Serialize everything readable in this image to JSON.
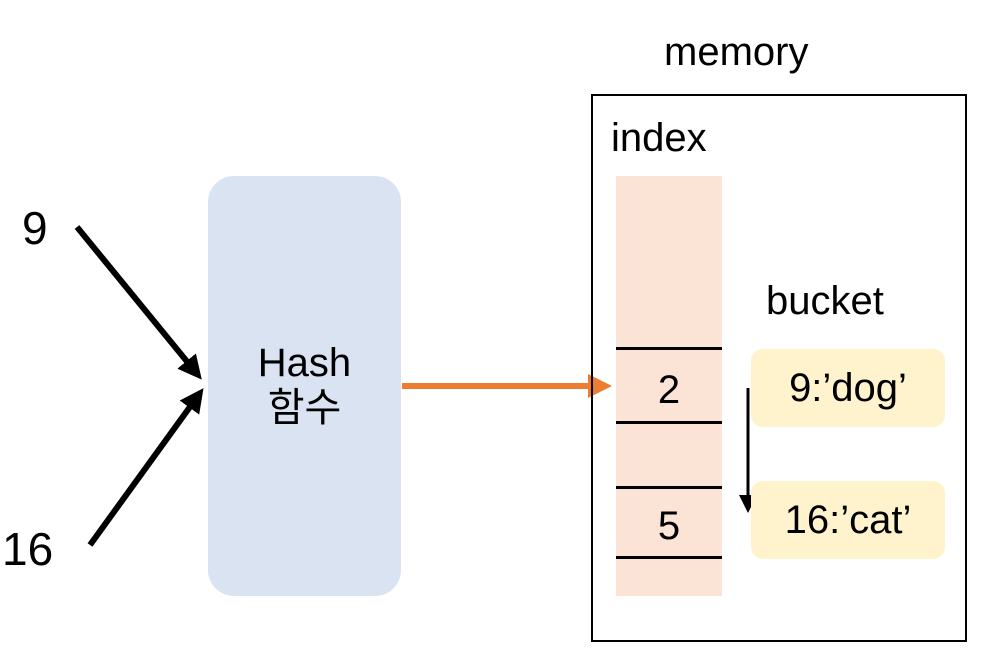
{
  "inputs": {
    "first": "9",
    "second": "16"
  },
  "hash_function": {
    "line1": "Hash",
    "line2": "함수"
  },
  "memory": {
    "title": "memory",
    "index_title": "index",
    "slots": [
      "2",
      "5"
    ],
    "bucket_title": "bucket",
    "bucket_entries": [
      "9:’dog’",
      "16:’cat’"
    ]
  },
  "colors": {
    "hash_box": "#dae3f1",
    "index_column": "#fbe3d6",
    "bucket_entry": "#fef3cc",
    "hash_output_arrow": "#ed7d31"
  }
}
